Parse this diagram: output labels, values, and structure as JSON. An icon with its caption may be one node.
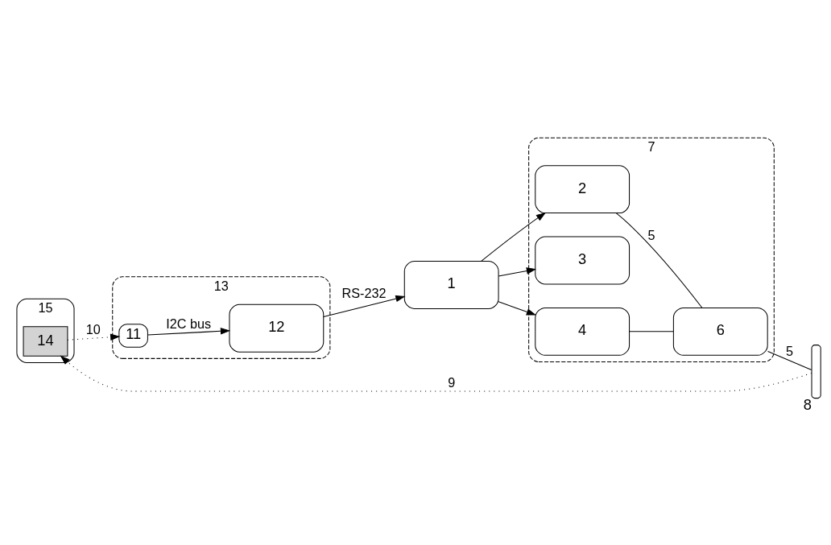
{
  "diagram": {
    "nodes": [
      {
        "text": [
          "1"
        ]
      },
      {
        "text": [
          "7"
        ]
      },
      {
        "text": [
          "2"
        ],
        "in": 1
      },
      {
        "text": [
          "3"
        ],
        "in": 1
      },
      {
        "text": [
          "4"
        ],
        "in": 1
      },
      {
        "text": [
          "6"
        ],
        "in": 1
      },
      {
        "text": [
          "8"
        ]
      },
      {
        "text": [
          "13"
        ]
      },
      {
        "text": [
          "11"
        ],
        "in": 7
      },
      {
        "text": [
          "12"
        ],
        "in": 7
      },
      {
        "text": [
          "15"
        ]
      },
      {
        "text": [
          "14"
        ],
        "in": 10
      }
    ],
    "edges": [
      {
        "from": 0,
        "to": 2,
        "arrow": "to"
      },
      {
        "from": 0,
        "to": 3,
        "arrow": "to"
      },
      {
        "from": 0,
        "to": 4,
        "arrow": "to"
      },
      {
        "from": 2,
        "to": 5,
        "arrow": "none",
        "label": "5"
      },
      {
        "from": 4,
        "to": 5,
        "arrow": "none"
      },
      {
        "from": 5,
        "to": 6,
        "arrow": "none",
        "label": "5"
      },
      {
        "from": 6,
        "to": 11,
        "arrow": "to",
        "label": "9",
        "style": "dashed"
      },
      {
        "from": 11,
        "to": 8,
        "arrow": "to",
        "label": "10",
        "style": "dashed"
      },
      {
        "from": 8,
        "to": 9,
        "arrow": "to",
        "label": "I2C bus"
      },
      {
        "from": 9,
        "to": 0,
        "arrow": "to",
        "label": "RS-232"
      }
    ]
  }
}
